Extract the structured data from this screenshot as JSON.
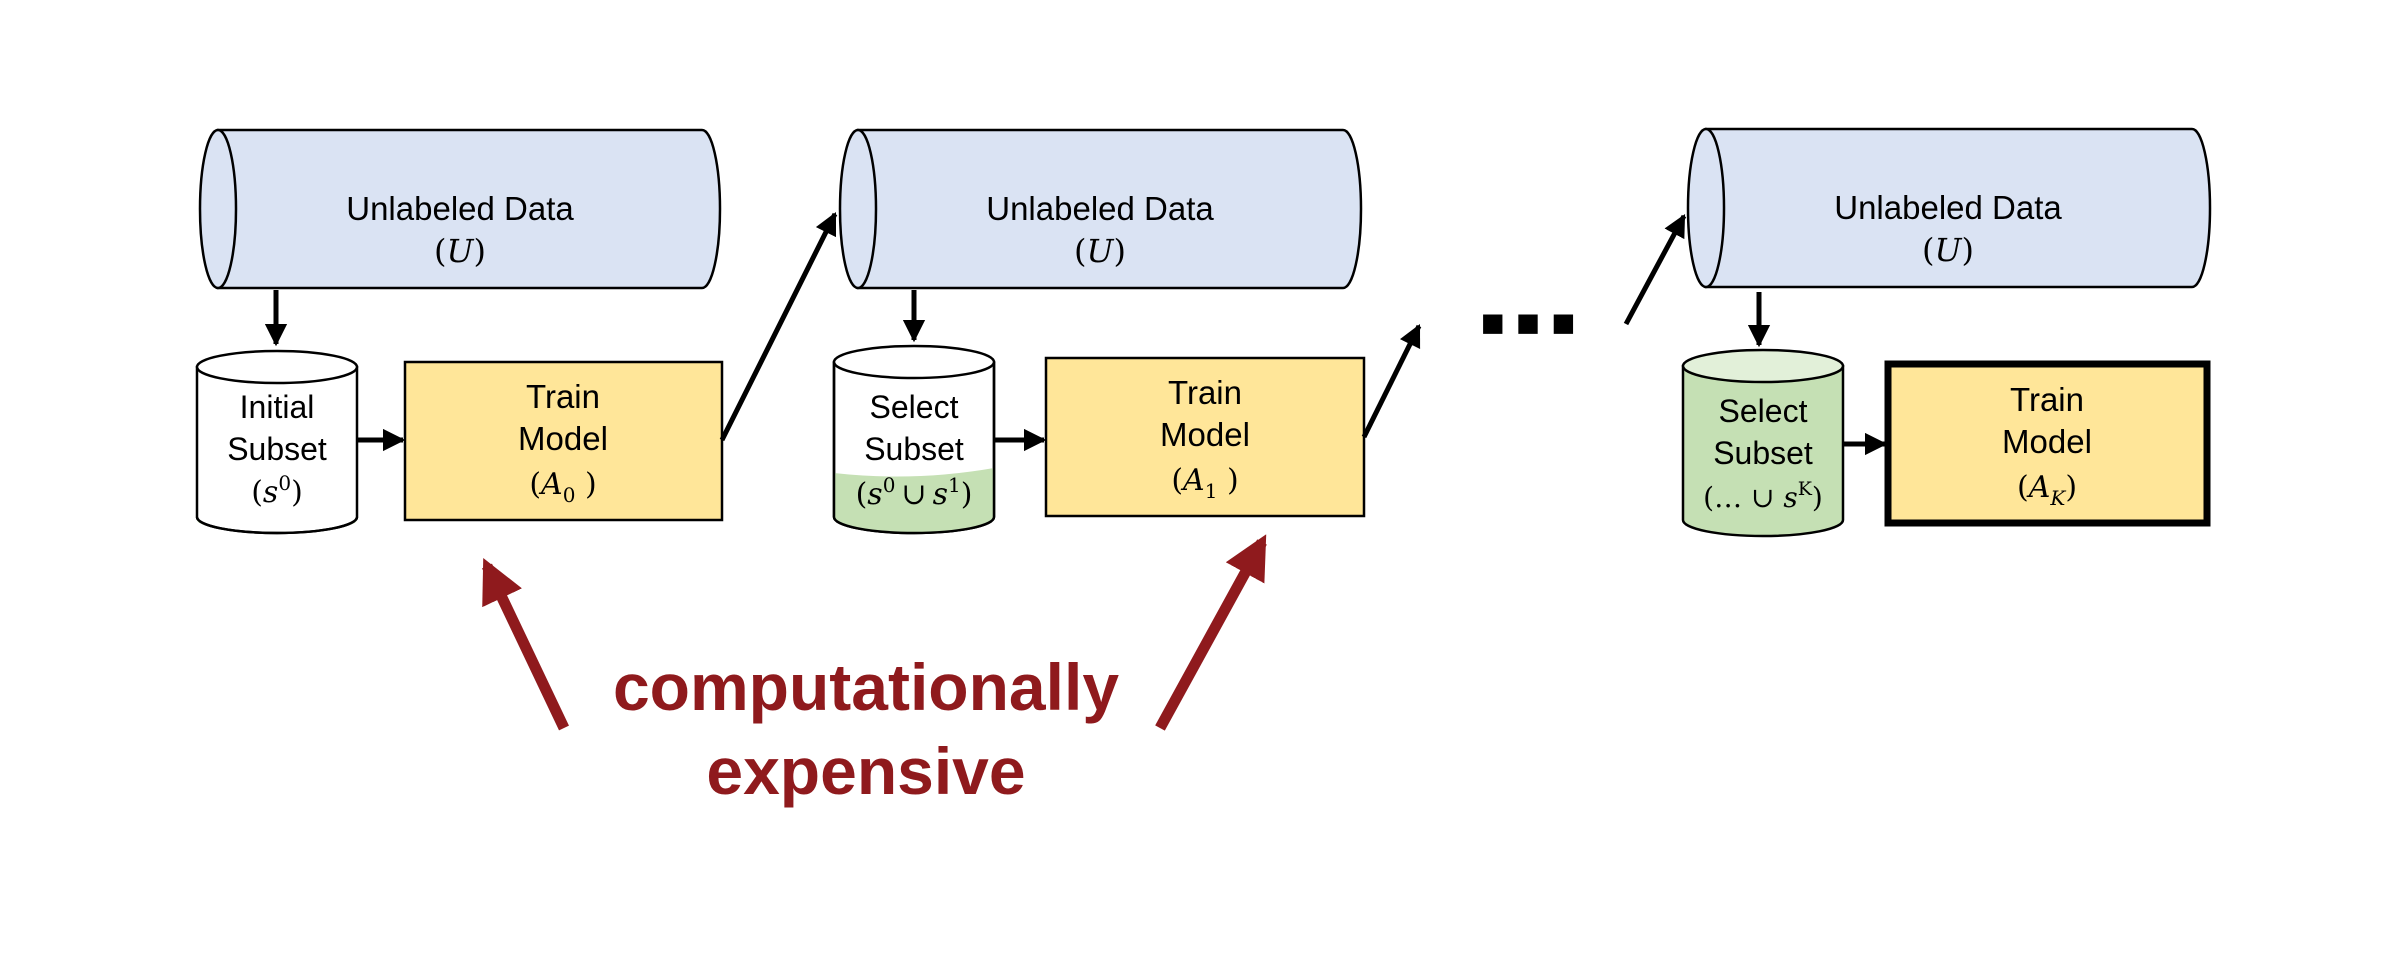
{
  "colors": {
    "unlabeled_fill": "#dae3f3",
    "train_fill": "#ffe699",
    "subset_fill": "#c5e0b4",
    "subset_top_fill": "#e2f0d9",
    "stroke": "#000000",
    "callout": "#8f1a1d"
  },
  "stages": [
    {
      "unlabeled": {
        "title": "Unlabeled Data",
        "symbol": "U"
      },
      "subset": {
        "line1": "Initial",
        "line2": "Subset",
        "set_var": "s",
        "set_sup": "0"
      },
      "train": {
        "line1": "Train",
        "line2": "Model",
        "var": "A",
        "sub": "0"
      }
    },
    {
      "unlabeled": {
        "title": "Unlabeled Data",
        "symbol": "U"
      },
      "subset": {
        "line1": "Select",
        "line2": "Subset",
        "set_var_a": "s",
        "set_sup_a": "0",
        "union": "∪",
        "set_var_b": "s",
        "set_sup_b": "1"
      },
      "train": {
        "line1": "Train",
        "line2": "Model",
        "var": "A",
        "sub": "1"
      }
    },
    {
      "unlabeled": {
        "title": "Unlabeled Data",
        "symbol": "U"
      },
      "subset": {
        "line1": "Select",
        "line2": "Subset",
        "prefix": "… ∪ ",
        "set_var": "s",
        "set_sup": "K"
      },
      "train": {
        "line1": "Train",
        "line2": "Model",
        "var": "A",
        "sub": "K"
      }
    }
  ],
  "ellipsis": "■  ■  ■",
  "callout": {
    "line1": "computationally",
    "line2": "expensive"
  }
}
